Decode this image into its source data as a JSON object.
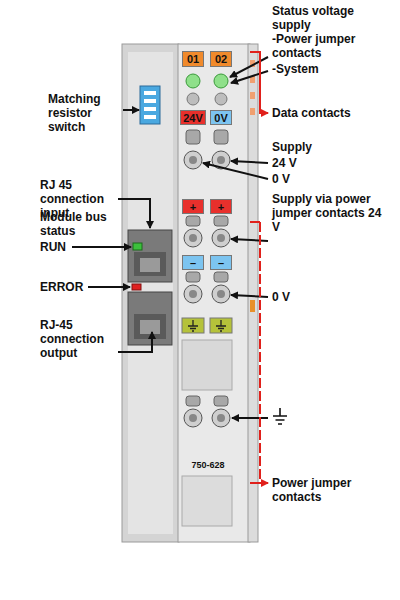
{
  "diagram": {
    "nodes": [
      {
        "text": [
          "01"
        ]
      },
      {
        "text": [
          "02"
        ]
      },
      {
        "text": [
          "24V"
        ]
      },
      {
        "text": [
          "0V"
        ]
      },
      {
        "text": [
          "+"
        ]
      },
      {
        "text": [
          "+"
        ]
      },
      {
        "text": [
          "–"
        ]
      },
      {
        "text": [
          "–"
        ]
      }
    ],
    "labels": [
      "Status voltage supply",
      "-Power jumper contacts",
      "-System",
      "Data contacts",
      "Supply",
      "24 V",
      "0 V",
      "Supply via power jumper contacts 24 V",
      "0 V",
      "Power jumper contacts",
      "Matching resistor switch",
      "RJ 45 connection input",
      "Module bus status",
      "RUN",
      "ERROR",
      "RJ-45 connection output",
      "750-628"
    ]
  }
}
